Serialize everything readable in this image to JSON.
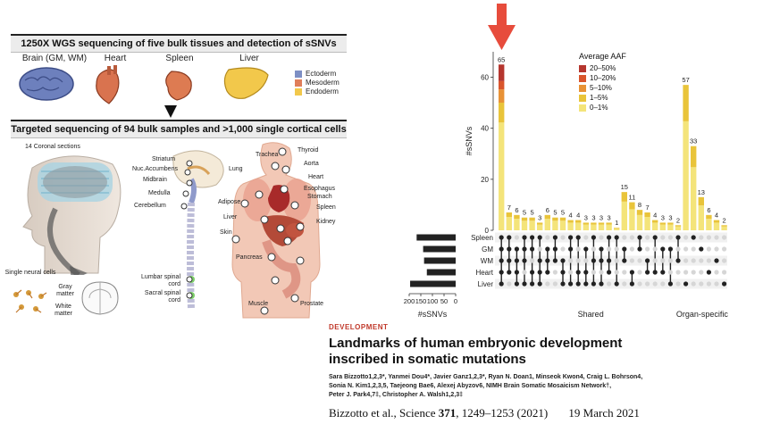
{
  "figure": {
    "banner1": "1250X WGS sequencing of five bulk tissues and detection of sSNVs",
    "banner2": "Targeted sequencing of 94 bulk samples and >1,000 single cortical cells",
    "organs": {
      "brain": "Brain (GM, WM)",
      "heart": "Heart",
      "spleen": "Spleen",
      "liver": "Liver"
    },
    "germ_layers": {
      "ectoderm": "Ectoderm",
      "mesoderm": "Mesoderm",
      "endoderm": "Endoderm"
    },
    "germ_colors": {
      "ectoderm": "#7d8fc4",
      "mesoderm": "#e07e5a",
      "endoderm": "#f2c84b"
    },
    "left_panel": {
      "coronal": "14 Coronal sections",
      "single_cells": "Single neural cells",
      "gray_matter": "Gray matter",
      "white_matter": "White matter"
    },
    "brain_regions": {
      "striatum": "Striatum",
      "nuc_accumbens": "Nuc.Accumbens",
      "midbrain": "Midbrain",
      "medulla": "Medulla",
      "cerebellum": "Cerebellum",
      "lumbar": "Lumbar spinal cord",
      "sacral": "Sacral spinal cord"
    },
    "body_labels": {
      "trachea": "Trachea",
      "thyroid": "Thyroid",
      "aorta": "Aorta",
      "lung": "Lung",
      "heart": "Heart",
      "esophagus": "Esophagus",
      "stomach": "Stomach",
      "adipose": "Adipose",
      "spleen": "Spleen",
      "liver": "Liver",
      "kidney": "Kidney",
      "skin": "Skin",
      "pancreas": "Pancreas",
      "muscle": "Muscle",
      "prostate": "Prostate"
    }
  },
  "chart_data": {
    "type": "bar",
    "ylabel": "#sSNVs",
    "ylim": [
      0,
      70
    ],
    "yticks": [
      0,
      20,
      40,
      60
    ],
    "legend_title": "Average AAF",
    "legend": [
      {
        "label": "20–50%",
        "color": "#b5362e"
      },
      {
        "label": "10–20%",
        "color": "#d9552c"
      },
      {
        "label": "5–10%",
        "color": "#e89236"
      },
      {
        "label": "1–5%",
        "color": "#e9c43a"
      },
      {
        "label": "0–1%",
        "color": "#f4e47a"
      }
    ],
    "values": [
      65,
      7,
      6,
      5,
      5,
      3,
      6,
      5,
      5,
      4,
      4,
      3,
      3,
      3,
      3,
      1,
      15,
      11,
      8,
      7,
      4,
      3,
      3,
      2,
      57,
      33,
      13,
      6,
      4,
      2
    ],
    "sets": [
      "Spleen",
      "GM",
      "WM",
      "Heart",
      "Liver"
    ],
    "set_sizes": [
      168,
      140,
      136,
      124,
      196
    ],
    "set_axis_label": "#sSNVs",
    "set_axis_ticks": [
      200,
      150,
      100,
      50,
      0
    ],
    "set_axis_tick_labels": [
      "200",
      "150",
      "100",
      "50",
      "0"
    ],
    "groups": {
      "shared": "Shared",
      "organ_specific": "Organ-specific"
    }
  },
  "paper": {
    "kicker": "DEVELOPMENT",
    "title_line1": "Landmarks of human embryonic development",
    "title_line2": "inscribed in somatic mutations",
    "authors_line1": "Sara Bizzotto1,2,3*, Yanmei Dou4*, Javier Ganz1,2,3*, Ryan N. Doan1, Minseok Kwon4, Craig L. Bohrson4,",
    "authors_line2": "Sonia N. Kim1,2,3,5, Taejeong Bae6, Alexej Abyzov6, NIMH Brain Somatic Mosaicism Network†,",
    "authors_line3": "Peter J. Park4,7‡, Christopher A. Walsh1,2,3‡",
    "citation_authors": "Bizzotto et al., Science",
    "citation_volume": "371",
    "citation_pages": ", 1249–1253 (2021)",
    "citation_date": "19 March 2021"
  }
}
